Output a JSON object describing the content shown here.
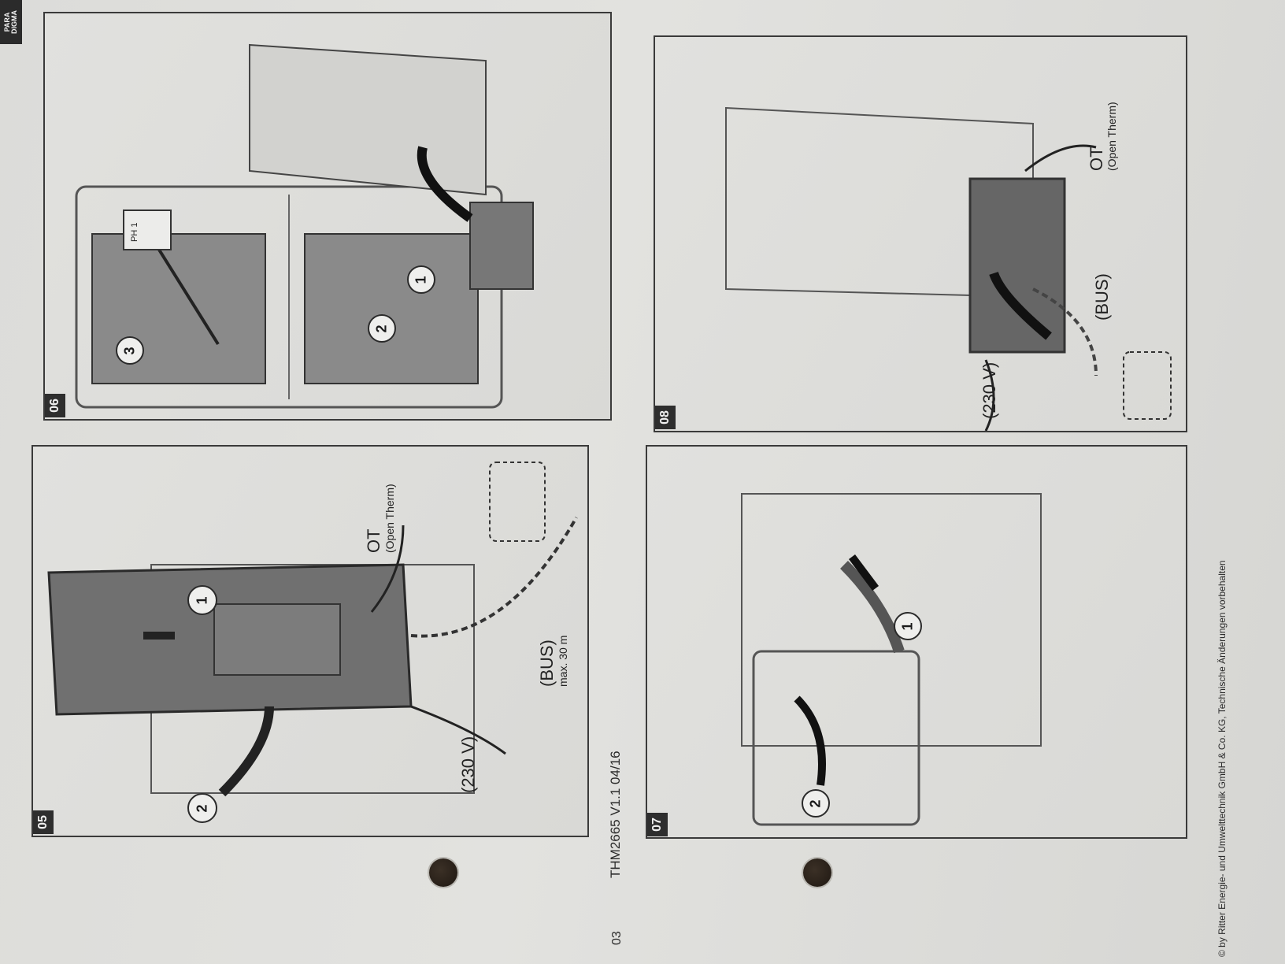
{
  "logo": {
    "text": "PARA DIGMA"
  },
  "panels": {
    "p05": {
      "number": "05",
      "label_230v": "(230 V)",
      "label_bus": "(BUS)",
      "label_bus_max": "max. 30 m",
      "label_ot": "OT",
      "label_ot_full": "(Open Therm)",
      "callout_1": "1",
      "callout_2": "2"
    },
    "p06": {
      "number": "06",
      "tool_label": "PH 1",
      "callout_1": "1",
      "callout_2": "2",
      "callout_3": "3"
    },
    "p07": {
      "number": "07",
      "callout_1": "1",
      "callout_2": "2"
    },
    "p08": {
      "number": "08",
      "label_230v": "(230 V)",
      "label_bus": "(BUS)",
      "label_ot": "OT",
      "label_ot_full": "(Open Therm)"
    }
  },
  "footer": {
    "page_number": "03",
    "doc_id": "THM2665 V1.1 04/16",
    "copyright": "© by Ritter Energie- und Umwelttechnik GmbH & Co. KG, Technische Änderungen vorbehalten"
  }
}
